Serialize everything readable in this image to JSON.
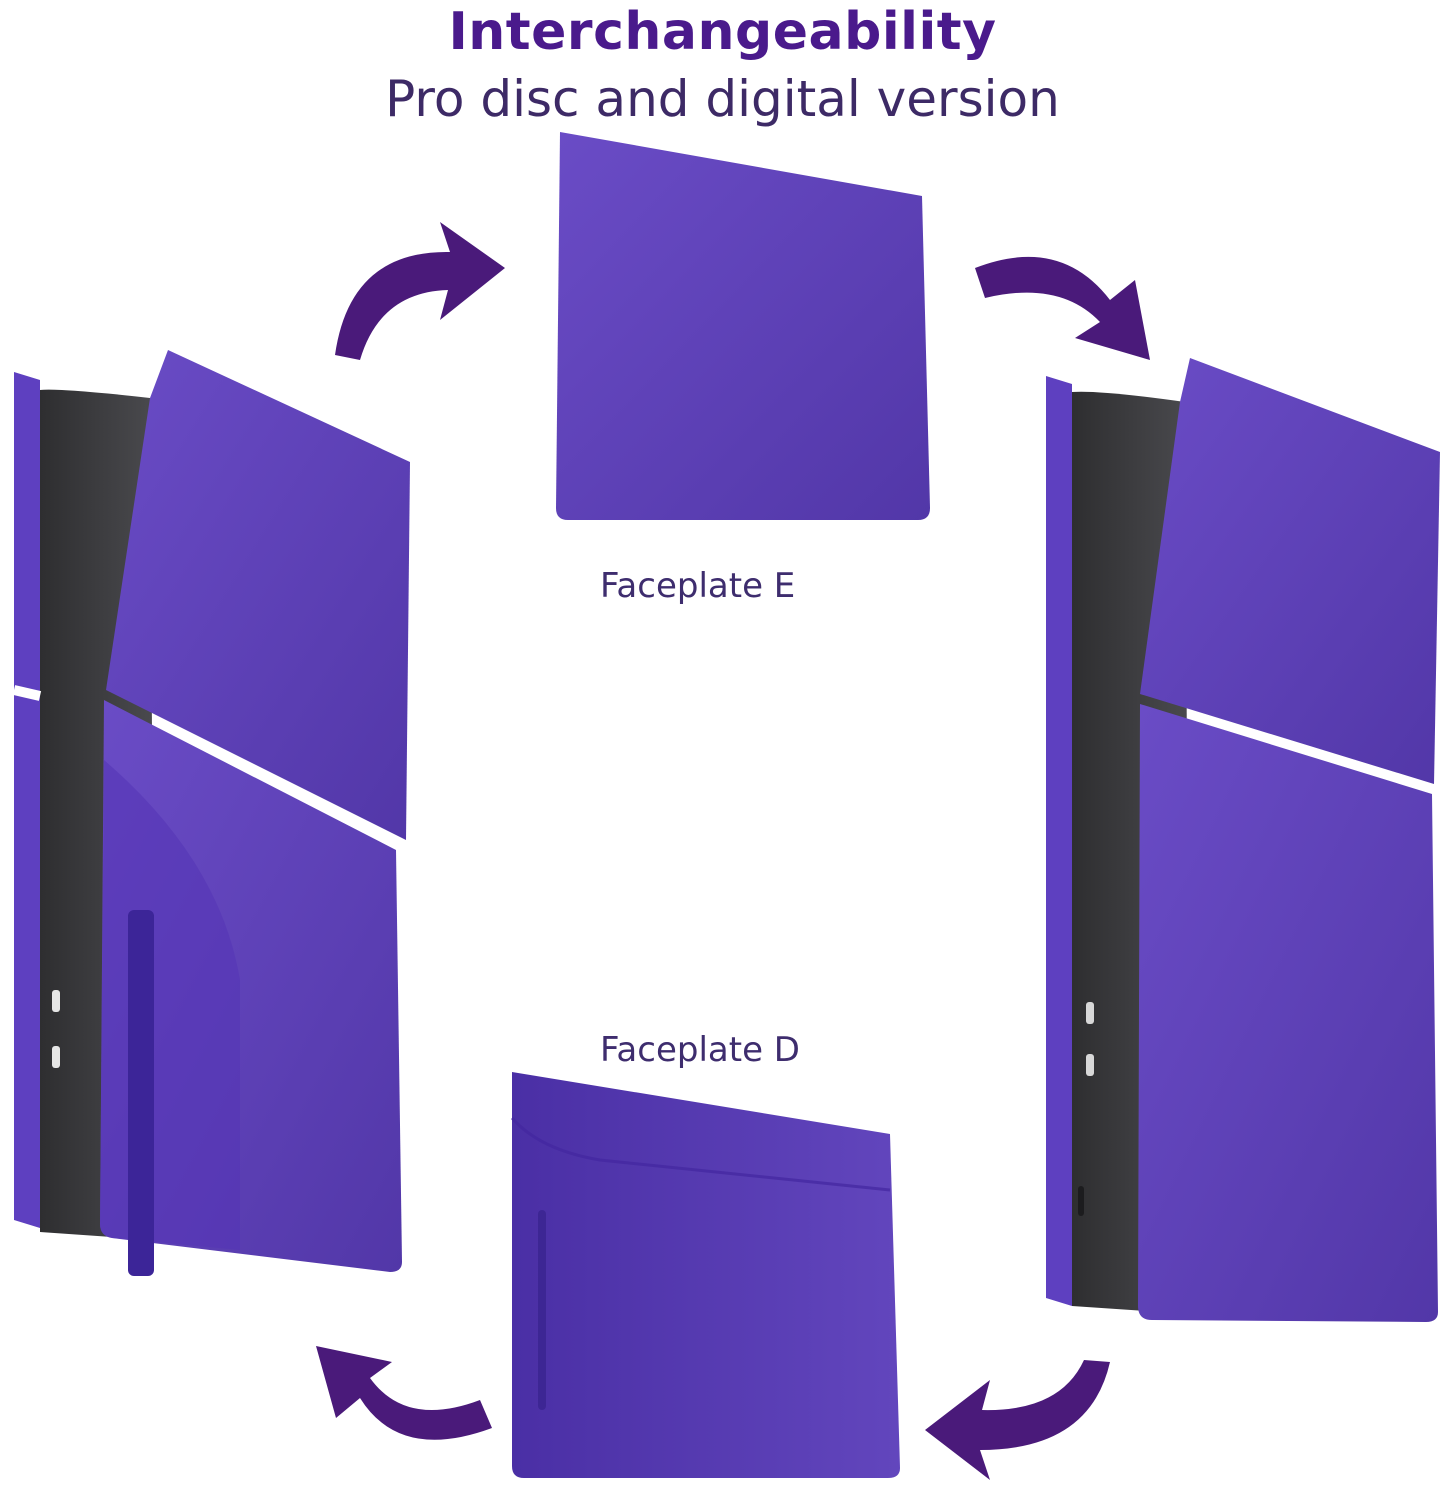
{
  "header": {
    "title": "Interchangeability",
    "subtitle": "Pro disc and digital version"
  },
  "labels": {
    "faceplate_e": "Faceplate E",
    "faceplate_d": "Faceplate D"
  },
  "colors": {
    "faceplate_purple": "#5a3fb0",
    "arrow_purple": "#4a1a7a",
    "console_dark": "#3a3a3c",
    "title_purple": "#4a1a8c"
  }
}
